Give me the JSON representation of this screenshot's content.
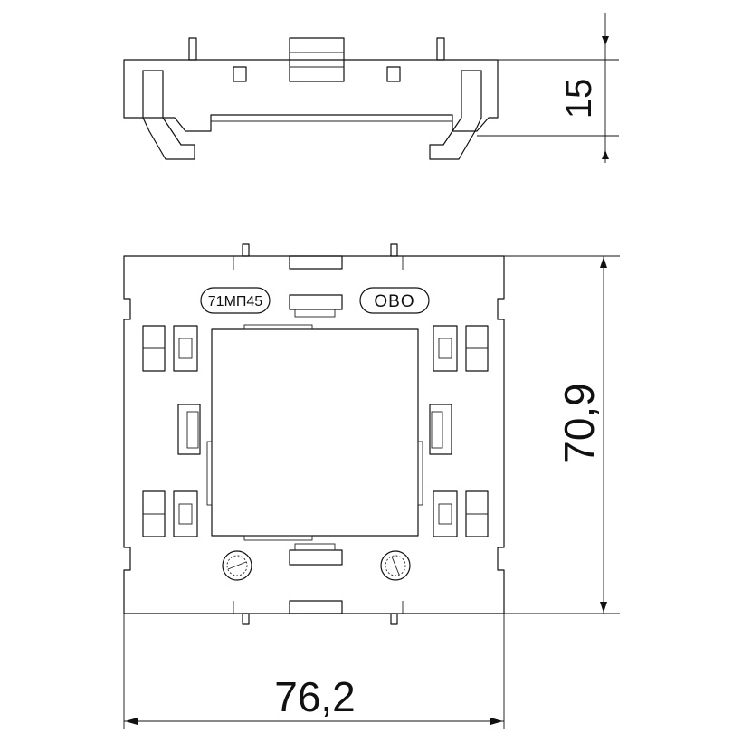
{
  "dimensions": {
    "height_side": "15",
    "height_front": "70,9",
    "width_front": "76,2"
  },
  "markings": {
    "part_number": "71МП45",
    "brand": "OBO"
  },
  "colors": {
    "line": "#111111",
    "background": "#ffffff"
  }
}
